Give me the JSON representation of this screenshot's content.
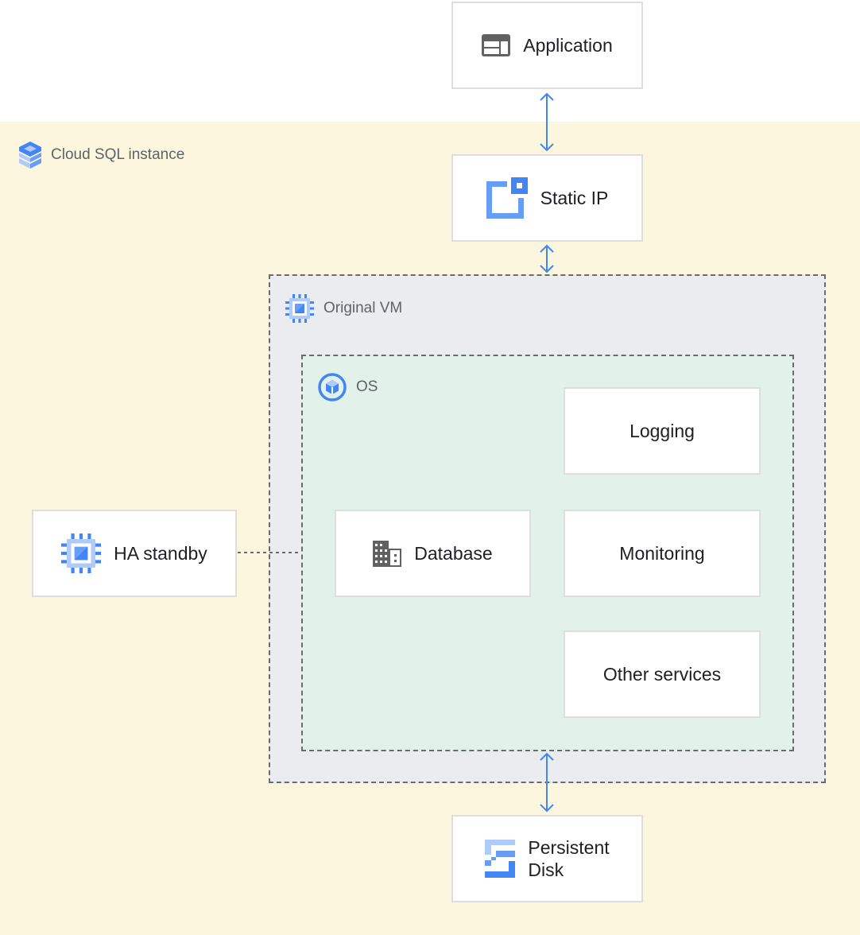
{
  "colors": {
    "region": "#fdf6df",
    "vm": "#ebecef",
    "os": "#e2f2ea",
    "arrow": "#4285f4",
    "icon_blue": "#4285f4",
    "icon_light_blue": "#aecbfa",
    "icon_gray": "#616161"
  },
  "cloud_sql": {
    "label": "Cloud SQL instance",
    "icon": "cloud-sql-icon"
  },
  "vm": {
    "label": "Original VM",
    "icon": "compute-engine-icon"
  },
  "os": {
    "label": "OS",
    "icon": "os-icon"
  },
  "nodes": {
    "application": {
      "label": "Application",
      "icon": "application-window-icon"
    },
    "static_ip": {
      "label": "Static IP",
      "icon": "static-ip-icon"
    },
    "ha_standby": {
      "label": "HA standby",
      "icon": "compute-engine-icon"
    },
    "database": {
      "label": "Database",
      "icon": "building-icon"
    },
    "logging": {
      "label": "Logging"
    },
    "monitoring": {
      "label": "Monitoring"
    },
    "other_services": {
      "label": "Other services"
    },
    "persistent_disk": {
      "label_line1": "Persistent",
      "label_line2": "Disk",
      "icon": "persistent-disk-icon"
    }
  },
  "edges": [
    {
      "from": "Application",
      "to": "Static IP",
      "style": "bidirectional-arrow"
    },
    {
      "from": "Static IP",
      "to": "Original VM",
      "style": "bidirectional-arrow"
    },
    {
      "from": "OS",
      "to": "Persistent Disk",
      "style": "bidirectional-arrow"
    },
    {
      "from": "HA standby",
      "to": "OS",
      "style": "dotted-line"
    }
  ]
}
